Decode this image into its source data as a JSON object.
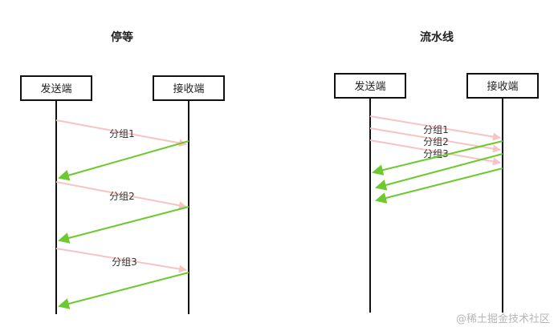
{
  "colors": {
    "data_arrow": "#f7c3c3",
    "ack_arrow": "#6cc92e",
    "line": "#111111",
    "box_border": "#111111",
    "watermark": "#b7b7b7"
  },
  "left_diagram": {
    "title": "停等",
    "sender_label": "发送端",
    "receiver_label": "接收端",
    "messages": [
      {
        "label": "分组1"
      },
      {
        "label": "分组2"
      },
      {
        "label": "分组3"
      }
    ]
  },
  "right_diagram": {
    "title": "流水线",
    "sender_label": "发送端",
    "receiver_label": "接收端",
    "messages": [
      {
        "label": "分组1"
      },
      {
        "label": "分组2"
      },
      {
        "label": "分组3"
      }
    ]
  },
  "watermark": "@稀土掘金技术社区"
}
